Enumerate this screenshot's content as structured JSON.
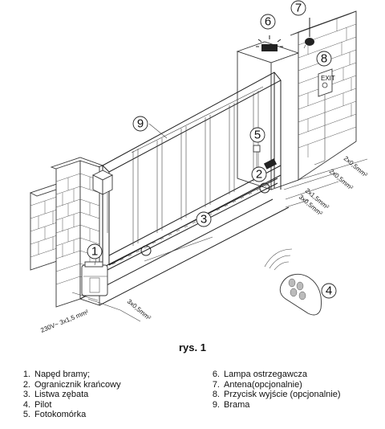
{
  "figure": {
    "caption": "rys. 1",
    "callouts": [
      "1",
      "2",
      "3",
      "4",
      "5",
      "6",
      "7",
      "8",
      "9"
    ],
    "dimensions": {
      "power": "230V~ 3x1,5 mm²",
      "motor_cable": "3x0,5mm²",
      "photocell_a": "2x1,5mm²",
      "photocell_b": "3x0,5mm²",
      "button_a": "2x0,5mm²",
      "button_b": "2x0,5mm²"
    },
    "button_label": "EXIT"
  },
  "legend": {
    "left": [
      {
        "num": "1.",
        "label": "Napęd bramy;"
      },
      {
        "num": "2.",
        "label": "Ogranicznik krańcowy"
      },
      {
        "num": "3.",
        "label": "Listwa zębata"
      },
      {
        "num": "4.",
        "label": "Pilot"
      },
      {
        "num": "5.",
        "label": "Fotokomórka"
      }
    ],
    "right": [
      {
        "num": "6.",
        "label": "Lampa ostrzegawcza"
      },
      {
        "num": "7.",
        "label": "Antena(opcjonalnie)"
      },
      {
        "num": "8.",
        "label": "Przycisk wyjście (opcjonalnie)"
      },
      {
        "num": "9.",
        "label": "Brama"
      }
    ]
  }
}
